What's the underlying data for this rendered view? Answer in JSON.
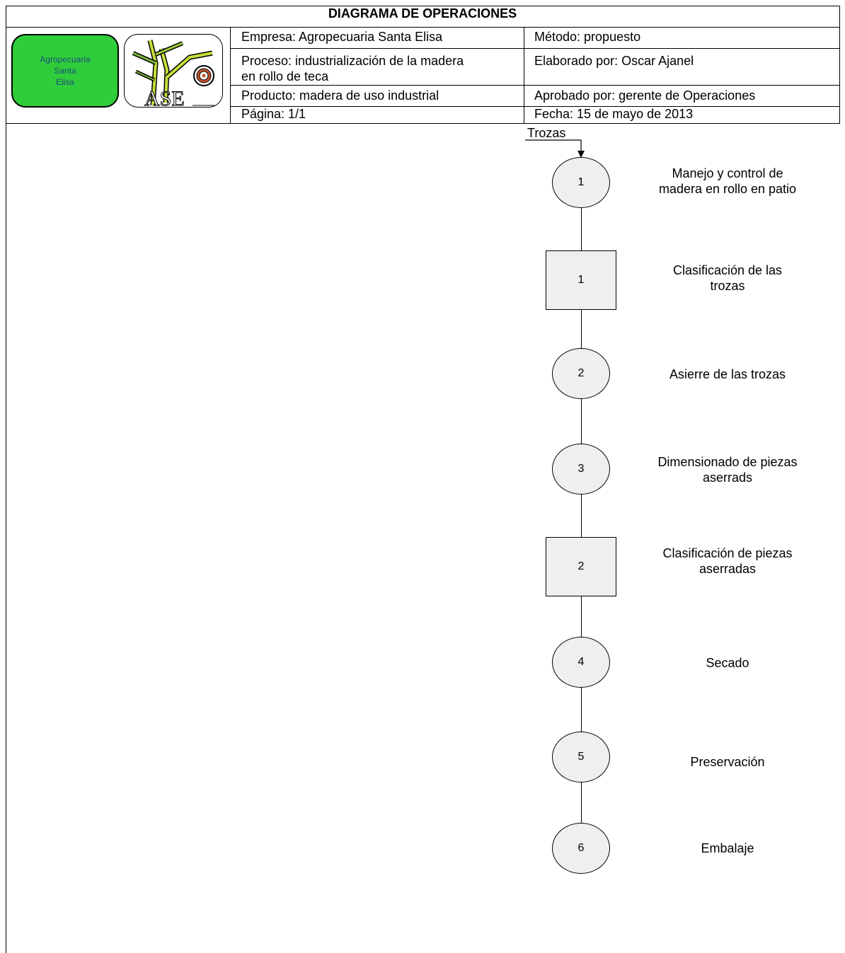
{
  "header": {
    "title": "DIAGRAMA DE OPERACIONES",
    "brand_text": "Agropecuaria\nSanta\nElisa",
    "logo_text": "ASE",
    "empresa": "Empresa: Agropecuaria Santa Elisa",
    "metodo": "Método: propuesto",
    "proceso_line1": "Proceso:  industrialización  de  la  madera",
    "proceso_line2": "en rollo de teca",
    "elaborado": "Elaborado por: Oscar Ajanel",
    "producto": "Producto: madera de uso industrial",
    "aprobado": "Aprobado por: gerente de Operaciones",
    "pagina": "Página: 1/1",
    "fecha": "Fecha:  15 de mayo de 2013"
  },
  "colors": {
    "brand_green": "#2fcd3a",
    "brand_text": "#1f4d7a",
    "node_fill": "#efefef"
  },
  "diagram": {
    "input_label": "Trozas",
    "steps": [
      {
        "shape": "circle",
        "number": "1",
        "label": "Manejo y control de\nmadera en rollo en patio"
      },
      {
        "shape": "rect",
        "number": "1",
        "label": "Clasificación de las\ntrozas"
      },
      {
        "shape": "circle",
        "number": "2",
        "label": "Asierre de las trozas"
      },
      {
        "shape": "circle",
        "number": "3",
        "label": "Dimensionado de piezas\naserrads"
      },
      {
        "shape": "rect",
        "number": "2",
        "label": "Clasificación de piezas\naserradas"
      },
      {
        "shape": "circle",
        "number": "4",
        "label": "Secado"
      },
      {
        "shape": "circle",
        "number": "5",
        "label": "Preservación"
      },
      {
        "shape": "circle",
        "number": "6",
        "label": "Embalaje"
      }
    ]
  }
}
